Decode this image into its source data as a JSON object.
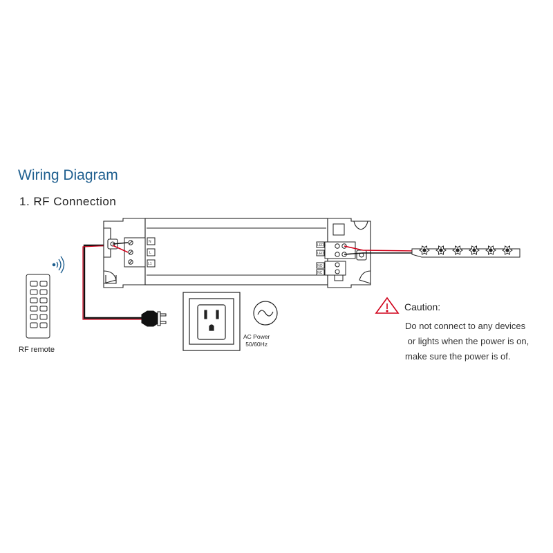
{
  "title": "Wiring Diagram",
  "subtitle": "1. RF Connection",
  "remote": {
    "label": "RF remote"
  },
  "ac_power": {
    "line1": "AC Power",
    "line2": "50/60Hz"
  },
  "caution": {
    "title": "Caution:",
    "text": "Do not connect to any devices\n or lights when the power is on,\nmake sure the power is of."
  },
  "controller": {
    "input_terminals": [
      "N",
      "L",
      "L1"
    ],
    "output_terminals": [
      "LED+",
      "LED-",
      "NO",
      "NC"
    ]
  },
  "led_strip": {
    "led_count": 6
  },
  "colors": {
    "title": "#1f5f8f",
    "wire_red": "#d0021b",
    "caution_red": "#d0021b"
  }
}
